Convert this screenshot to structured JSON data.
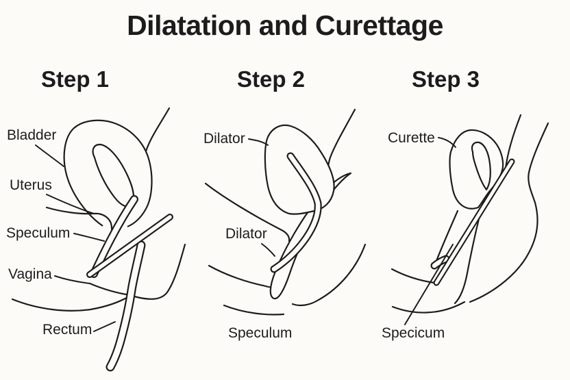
{
  "title": "Dilatation and Curettage",
  "colors": {
    "background": "#fcfbf8",
    "line": "#1c1c1c"
  },
  "panels": [
    {
      "step": "Step 1",
      "labels": [
        {
          "text": "Bladder"
        },
        {
          "text": "Uterus"
        },
        {
          "text": "Speculum"
        },
        {
          "text": "Vagina"
        },
        {
          "text": "Rectum"
        }
      ]
    },
    {
      "step": "Step 2",
      "labels": [
        {
          "text": "Dilator"
        },
        {
          "text": "Dilator"
        },
        {
          "text": "Speculum"
        }
      ]
    },
    {
      "step": "Step 3",
      "labels": [
        {
          "text": "Curette"
        },
        {
          "text": "Specicum"
        }
      ]
    }
  ]
}
